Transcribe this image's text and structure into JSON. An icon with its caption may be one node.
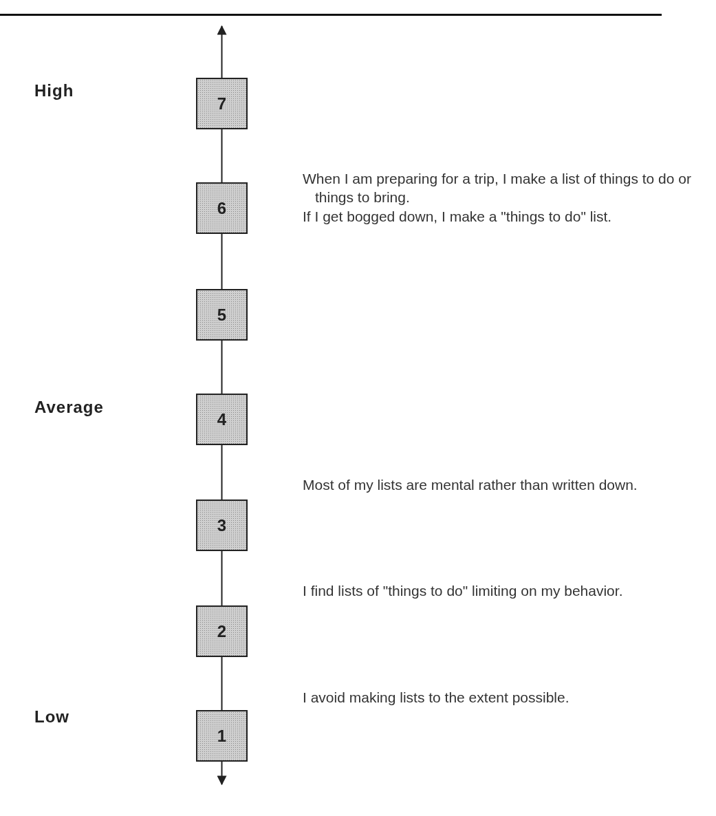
{
  "diagram": {
    "nodes": [
      {
        "text": [
          "7"
        ]
      },
      {
        "text": [
          "6"
        ]
      },
      {
        "text": [
          "5"
        ]
      },
      {
        "text": [
          "4"
        ]
      },
      {
        "text": [
          "3"
        ]
      },
      {
        "text": [
          "2"
        ]
      },
      {
        "text": [
          "1"
        ]
      }
    ],
    "edges": [
      {
        "from": 0,
        "to": null,
        "arrow": "to"
      },
      {
        "from": 0,
        "to": 1,
        "arrow": "none"
      },
      {
        "from": 1,
        "to": 2,
        "arrow": "none"
      },
      {
        "from": 2,
        "to": 3,
        "arrow": "none"
      },
      {
        "from": 3,
        "to": 4,
        "arrow": "none"
      },
      {
        "from": 4,
        "to": 5,
        "arrow": "none"
      },
      {
        "from": 5,
        "to": 6,
        "arrow": "none"
      },
      {
        "from": 6,
        "to": null,
        "arrow": "to"
      }
    ],
    "labels": [
      "High",
      "When I am preparing for a trip, I make a list of things to do or things to bring.",
      "If I get bogged down, I make a \"things to do\" list.",
      "Average",
      "Most of my lists are mental rather than written down.",
      "I find lists of \"things to do\" limiting on my behavior.",
      "I avoid making lists to the extent possible.",
      "Low"
    ]
  }
}
